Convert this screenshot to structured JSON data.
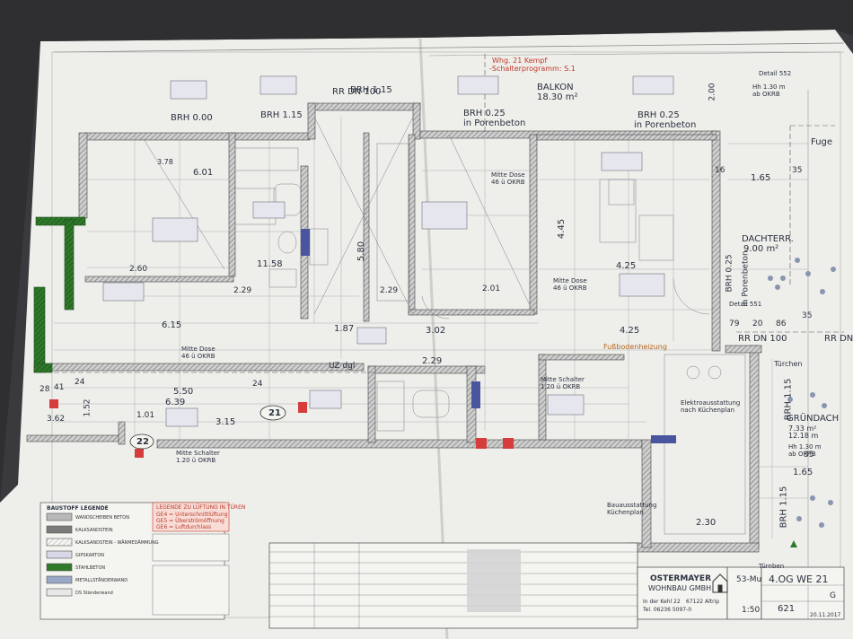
{
  "header": {
    "apartment": "Whg. 21 Kempf",
    "switch_program": "-Schalterprogramm: S.1"
  },
  "rooms": {
    "balkon": {
      "name": "BALKON",
      "area": "18.30 m²"
    },
    "dachterr": {
      "name": "DACHTERR.",
      "area": "9.00 m²"
    },
    "gruendach": {
      "name": "GRÜNDACH",
      "area": "7.33 m²",
      "area2": "12.18 m"
    },
    "tuerchen": "Türchen"
  },
  "labels": {
    "rr_dn_100_top": "RR DN 100",
    "rr_dn_100_right": "RR DN 100",
    "rr_dn_right": "RR DN",
    "brh_000": "BRH 0.00",
    "brh_115_a": "BRH 1.15",
    "brh_115_b": "BRH 1.15",
    "brh_025_a": "BRH 0.25",
    "brh_025_b": "BRH 0.25",
    "brh_025_c": "BRH 0.25",
    "brh_115_right": "BRH 1.15",
    "brh_115_bottom": "BRH 1.15",
    "porenbeton_a": "in Porenbeton",
    "porenbeton_b": "in Porenbeton",
    "porenbeton_c": "in Porenbeton",
    "fuge": "Fuge",
    "fussboden": "Fußbodenheizung",
    "detail_552": "Detail 552",
    "detail_551": "Detail 551",
    "hh_130": "Hh 1.30 m",
    "ab_okrb": "ab OKRB",
    "uz_dgl": "UZ dgl",
    "mitte_dose_46": "Mitte Dose",
    "okrb_46": "46 ü OKRB",
    "mitte_schalter": "Mitte Schalter",
    "okrb_120": "1.20 ü OKRB",
    "elektro": "Elektroausstattung",
    "kuechenplan": "nach Küchenplan",
    "bauausstattung": "Bauausstattung",
    "kuechenplan2": "Küchenplan",
    "tuernben": "Türnben"
  },
  "dims": {
    "d601": "6.01",
    "d378": "3.78",
    "d1158": "11.58",
    "d580": "5.80",
    "d615": "6.15",
    "d550": "5.50",
    "d639": "6.39",
    "d315": "3.15",
    "d302": "3.02",
    "d187": "1.87",
    "d445": "4.45",
    "d425_a": "4.25",
    "d425_b": "4.25",
    "d165_a": "1.65",
    "d165_b": "1.65",
    "d200": "2.00",
    "d230": "2.30",
    "d229_a": "2.29",
    "d229_b": "2.29",
    "d229_c": "2.29",
    "d201": "2.01",
    "d260": "2.60",
    "d101": "1.01",
    "d362": "3.62",
    "d152": "1.52",
    "d16_a": "16",
    "d35_a": "35",
    "d35_b": "35",
    "d35_c": "35",
    "d24_a": "24",
    "d24_b": "24",
    "d79": "79",
    "d20": "20",
    "d86": "86",
    "d28": "28",
    "d41": "41"
  },
  "markers": {
    "m21": "21",
    "m22": "22"
  },
  "title_block": {
    "company": "OSTERMAYER",
    "company2": "WOHNBAU GMBH",
    "address": "In der Kehl 22",
    "city": "67122 Altrip",
    "phone": "Tel. 06236 5097-0",
    "project": "53-Mu",
    "sheet": "4.OG WE 21",
    "scale": "1:50",
    "plan_no": "621",
    "index": "G",
    "date": "20.11.2017"
  },
  "legend": {
    "title": "BAUSTOFF LEGENDE",
    "rows": [
      "WANDSCHEIBEN BETON",
      "KALKSANDSTEIN",
      "KALKSANDSTEIN - WÄRMEDÄMMUNG",
      "GIPSKARTON",
      "STAHLBETON",
      "METALLSTÄNDERWAND",
      "DS Ständerwand"
    ]
  },
  "notes": {
    "red_title": "LEGENDE ZU LÜFTUNG IN TÜREN",
    "red_l1": "GE4 = Unterschnittlüftung",
    "red_l2": "GE5 = Überströmöffnung",
    "red_l3": "GE6 = Luftdurchlass"
  },
  "colors": {
    "paper": "#eeeeea",
    "wall_green": "#2f7a2a",
    "wall_hatch": "#8a8a8a",
    "accent_red": "#c0392b",
    "accent_blue": "#4a55a0",
    "background": "#3a3a3e"
  }
}
